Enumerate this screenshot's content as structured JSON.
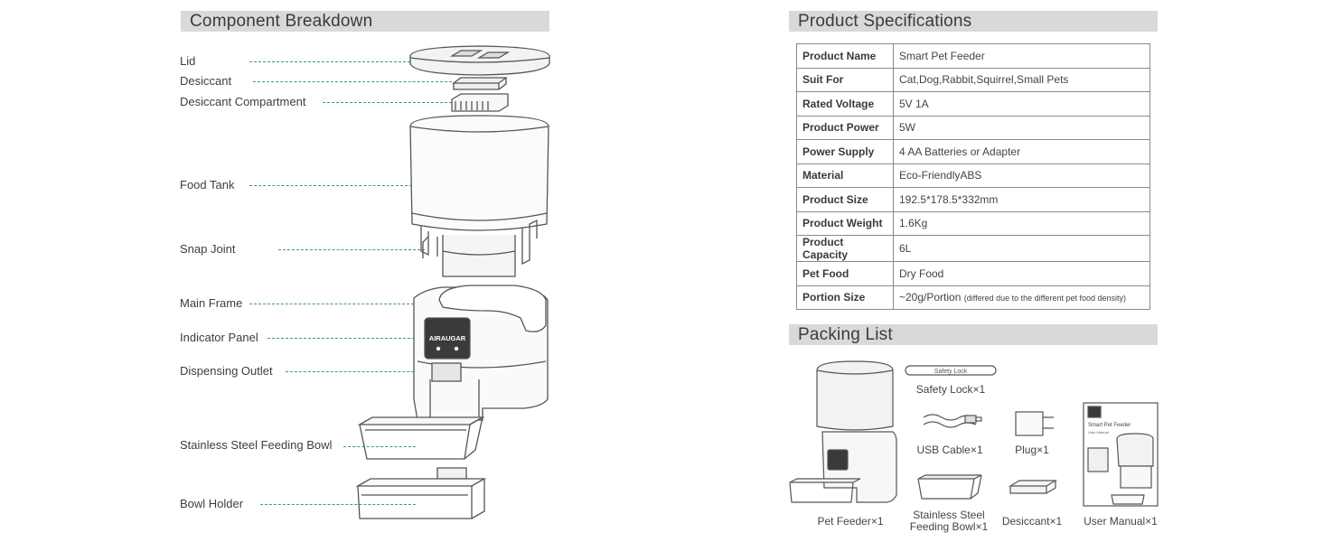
{
  "component_breakdown": {
    "title": "Component Breakdown",
    "callouts": [
      "Lid",
      "Desiccant",
      "Desiccant Compartment",
      "Food Tank",
      "Snap Joint",
      "Main Frame",
      "Indicator Panel",
      "Dispensing Outlet",
      "Stainless Steel Feeding Bowl",
      "Bowl Holder"
    ],
    "brand_on_panel": "AIRAUGAR"
  },
  "product_specifications": {
    "title": "Product Specifications",
    "rows": [
      {
        "key": "Product Name",
        "value": "Smart Pet Feeder"
      },
      {
        "key": "Suit For",
        "value": "Cat,Dog,Rabbit,Squirrel,Small Pets"
      },
      {
        "key": "Rated Voltage",
        "value": "5V 1A"
      },
      {
        "key": "Product Power",
        "value": "5W"
      },
      {
        "key": "Power Supply",
        "value": "4 AA Batteries or Adapter"
      },
      {
        "key": "Material",
        "value": "Eco-FriendlyABS"
      },
      {
        "key": "Product Size",
        "value": "192.5*178.5*332mm"
      },
      {
        "key": "Product Weight",
        "value": "1.6Kg"
      },
      {
        "key": "Product Capacity",
        "value": "6L"
      },
      {
        "key": "Pet Food",
        "value": "Dry Food"
      },
      {
        "key": "Portion Size",
        "value": "~20g/Portion",
        "note": "(differed due to the different pet food density)"
      }
    ]
  },
  "packing_list": {
    "title": "Packing List",
    "items": {
      "pet_feeder": "Pet Feeder×1",
      "safety_lock_tag": "Safety Lock",
      "safety_lock": "Safety Lock×1",
      "usb_cable": "USB Cable×1",
      "plug": "Plug×1",
      "bowl_line1": "Stainless Steel",
      "bowl_line2": "Feeding Bowl×1",
      "desiccant": "Desiccant×1",
      "user_manual": "User Manual×1"
    },
    "manual_title": "Smart Pet Feeder",
    "manual_subtitle": "User Manual"
  }
}
